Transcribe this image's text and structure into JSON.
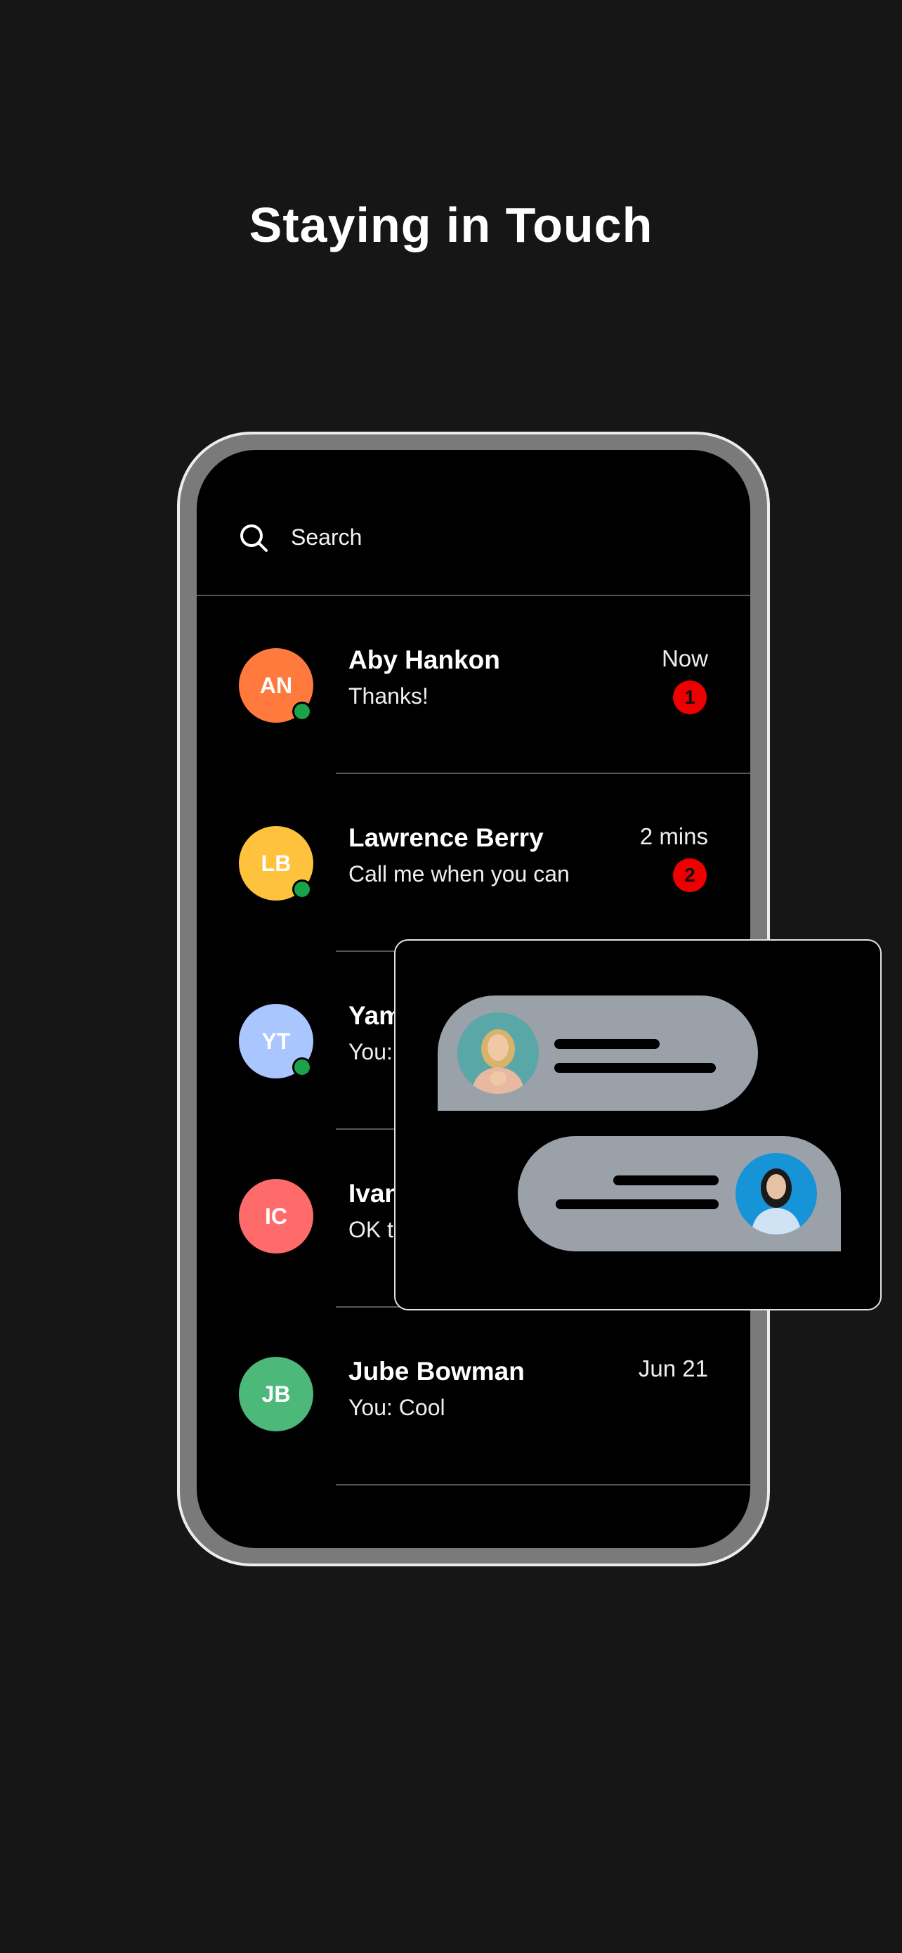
{
  "page": {
    "title": "Staying in Touch"
  },
  "search": {
    "icon": "search-icon",
    "label": "Search"
  },
  "conversations": [
    {
      "initials": "AN",
      "name": "Aby Hankon",
      "preview": "Thanks!",
      "time": "Now",
      "unread": "1",
      "online": true,
      "color": "#ff7a3c"
    },
    {
      "initials": "LB",
      "name": "Lawrence Berry",
      "preview": "Call me when you can",
      "time": "2 mins",
      "unread": "2",
      "online": true,
      "color": "#ffc23d"
    },
    {
      "initials": "YT",
      "name": "Yam",
      "preview": "You:",
      "time": "",
      "unread": "",
      "online": true,
      "color": "#a9c6ff"
    },
    {
      "initials": "IC",
      "name": "Ivan",
      "preview": "OK t",
      "time": "",
      "unread": "",
      "online": false,
      "color": "#ff6b6b"
    },
    {
      "initials": "JB",
      "name": "Jube Bowman",
      "preview": "You: Cool",
      "time": "Jun 21",
      "unread": "",
      "online": false,
      "color": "#4cb87a"
    }
  ],
  "colors": {
    "background": "#161616",
    "phone_frame": "#7a7a7a",
    "bubble": "#9ba1a9",
    "online": "#1aa34a",
    "badge": "#ee0000"
  }
}
